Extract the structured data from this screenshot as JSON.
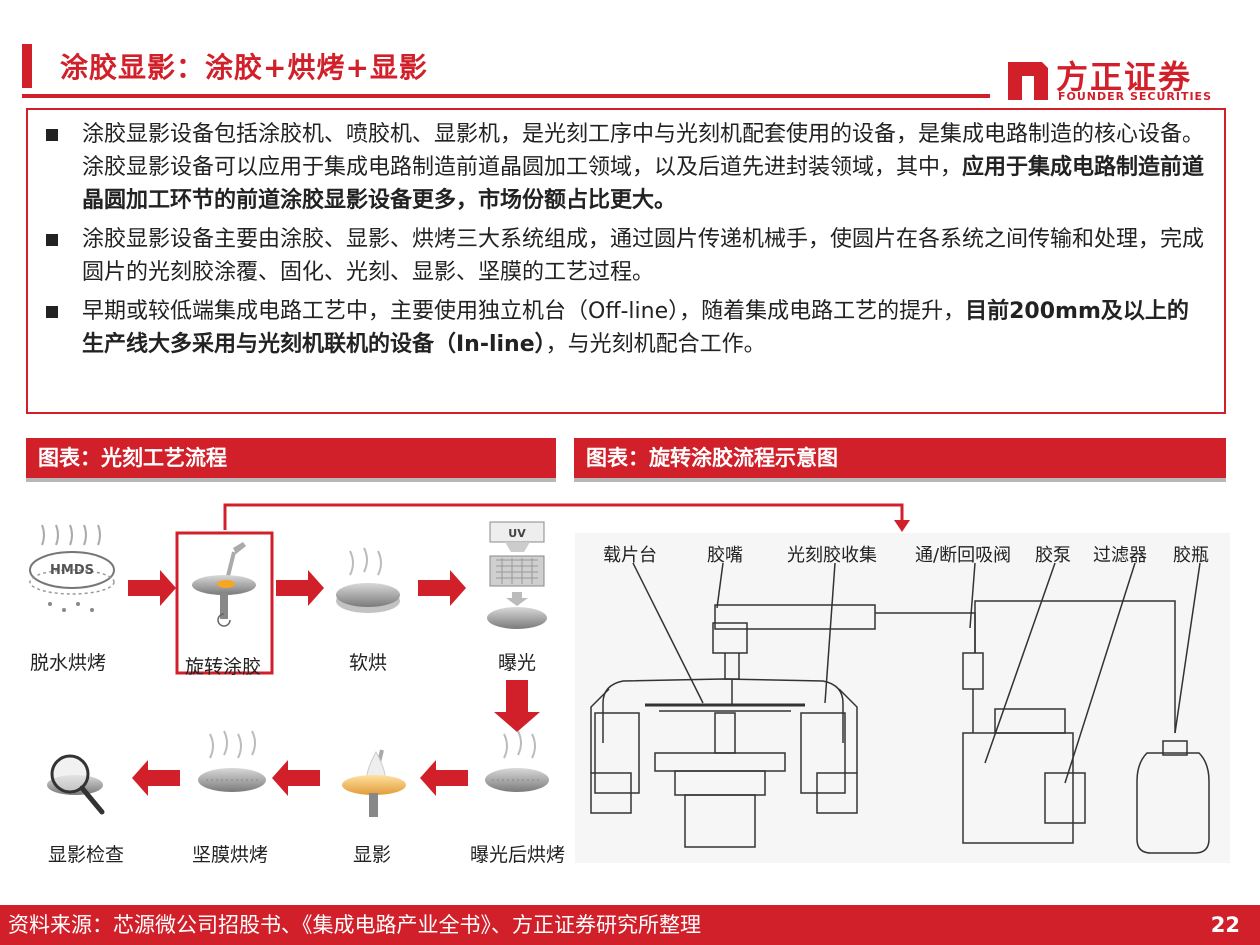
{
  "header": {
    "title": "涂胶显影：涂胶+烘烤+显影"
  },
  "logo": {
    "cn": "方正证券",
    "en": "FOUNDER SECURITIES"
  },
  "bullets": [
    {
      "p1": "涂胶显影设备包括涂胶机、喷胶机、显影机，是光刻工序中与光刻机配套使用的设备，是集成电路制造的核心设备。涂胶显影设备可以应用于集成电路制造前道晶圆加工领域，以及后道先进封装领域，其中，",
      "p2": "应用于集成电路制造前道晶圆加工环节的前道涂胶显影设备更多，市场份额占比更大。"
    },
    {
      "p1": "涂胶显影设备主要由涂胶、显影、烘烤三大系统组成，通过圆片传递机械手，使圆片在各系统之间传输和处理，完成圆片的光刻胶涂覆、固化、光刻、显影、坚膜的工艺过程。"
    },
    {
      "p1": "早期或较低端集成电路工艺中，主要使用独立机台（Off-line），随着集成电路工艺的提升，",
      "p2": "目前200mm及以上的生产线大多采用与光刻机联机的设备（In-line）",
      "p3": "，与光刻机配合工作。"
    }
  ],
  "sections": {
    "left": "图表：光刻工艺流程",
    "right": "图表：旋转涂胶流程示意图"
  },
  "flow": {
    "hmds": "HMDS",
    "uv": "UV",
    "steps": [
      "脱水烘烤",
      "旋转涂胶",
      "软烘",
      "曝光",
      "曝光后烘烤",
      "显影",
      "坚膜烘烤",
      "显影检查"
    ]
  },
  "diagram": {
    "labels": [
      "载片台",
      "胶嘴",
      "光刻胶收集",
      "通/断回吸阀",
      "胶泵",
      "过滤器",
      "胶瓶"
    ]
  },
  "footer": {
    "source": "资料来源：芯源微公司招股书、《集成电路产业全书》、方正证券研究所整理",
    "page": "22"
  },
  "colors": {
    "accent": "#d2202b"
  }
}
